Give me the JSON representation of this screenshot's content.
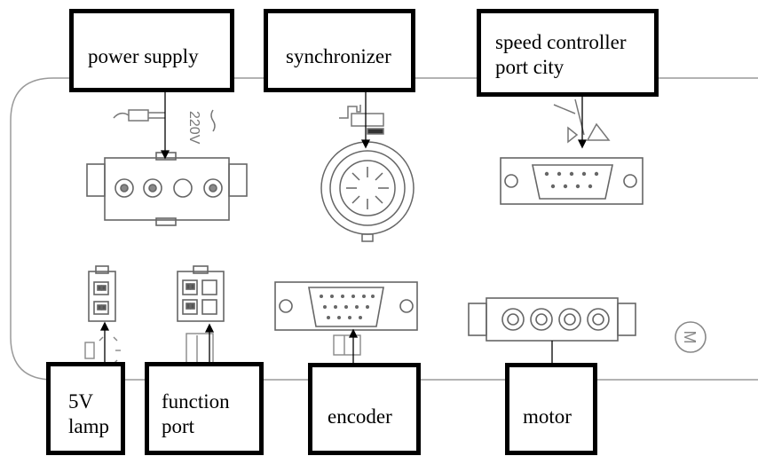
{
  "labels": {
    "power_supply": "power supply",
    "synchronizer": "synchronizer",
    "speed_controller_line1": "speed controller",
    "speed_controller_line2": "port city",
    "lamp_line1": "5V",
    "lamp_line2": "lamp",
    "function_line1": "function",
    "function_line2": "port",
    "encoder": "encoder",
    "motor": "motor"
  },
  "panel_markings": {
    "voltage": "220V",
    "motor_symbol": "M"
  },
  "colors": {
    "outline": "#555555",
    "label_border": "#000000",
    "background": "#ffffff"
  }
}
